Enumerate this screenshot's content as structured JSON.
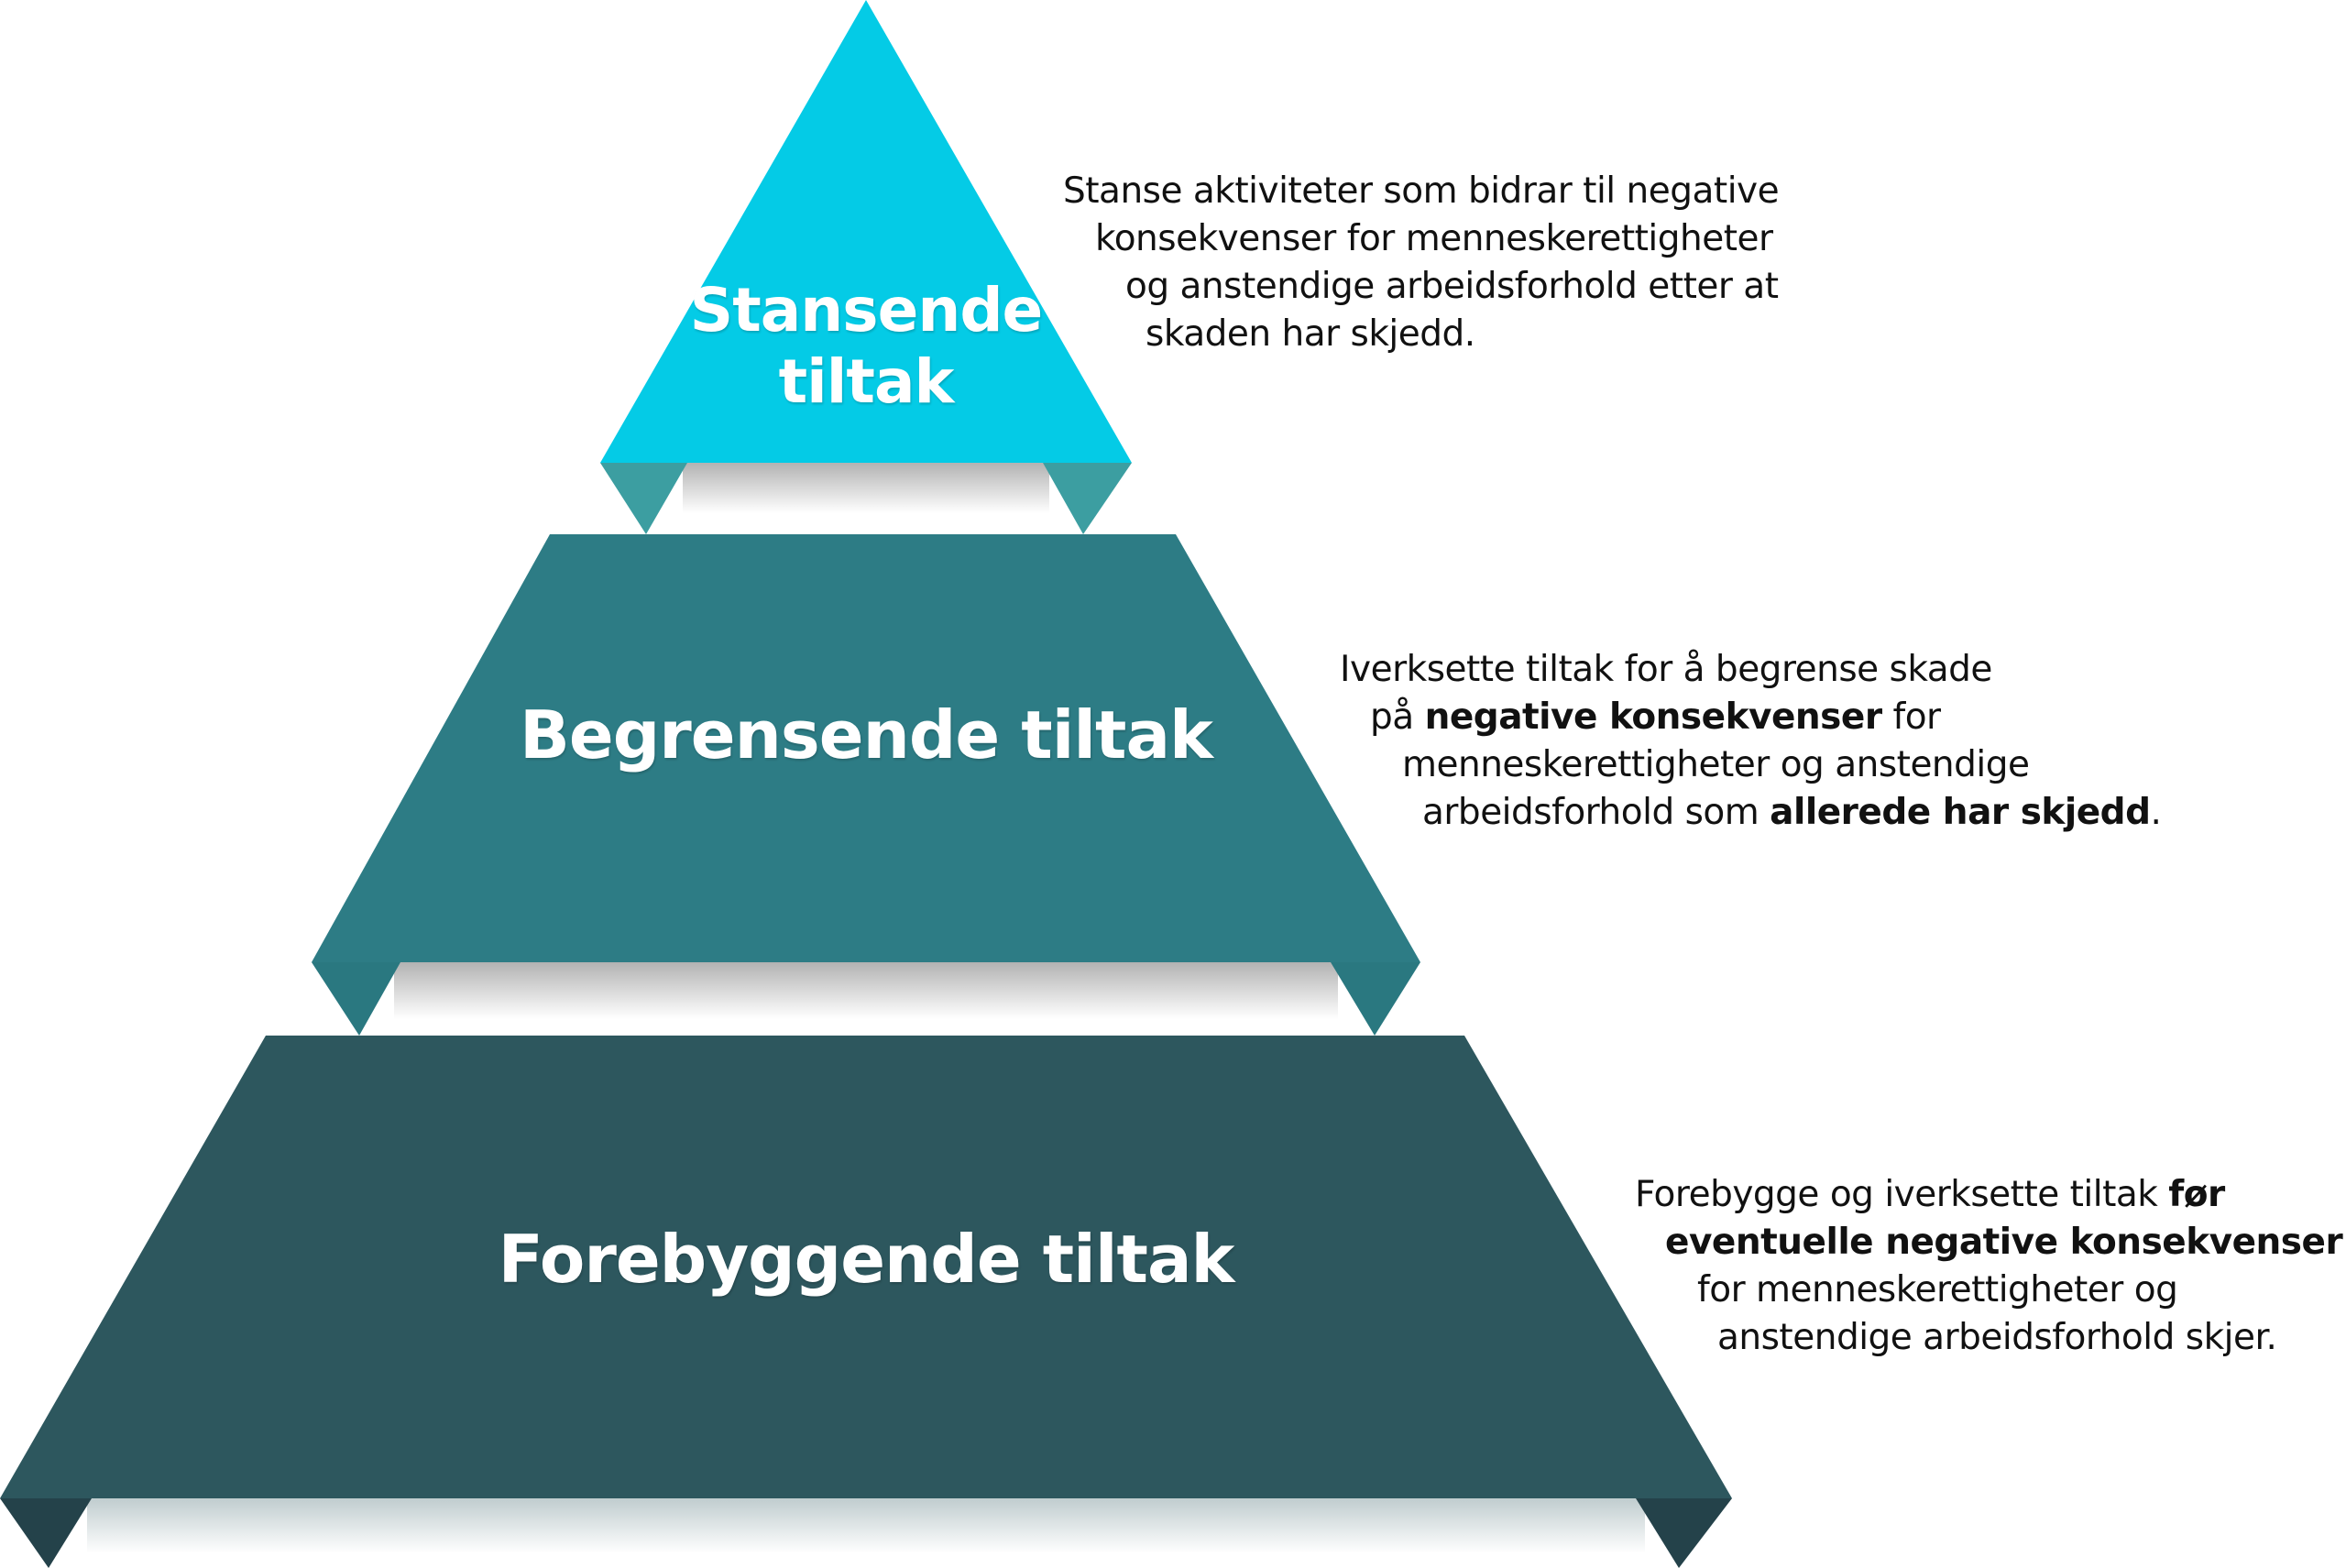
{
  "diagram": {
    "type": "pyramid",
    "colors": {
      "top": "#04cbe6",
      "top_fold": "#3c9ea1",
      "middle": "#2d7c85",
      "middle_fold": "#2a7880",
      "bottom": "#2d575e",
      "bottom_fold": "#24424a",
      "text_dark": "#111111",
      "text_light": "#ffffff"
    },
    "tiers": [
      {
        "id": "top",
        "label_line1": "Stansende",
        "label_line2": "tiltak",
        "description": [
          [
            {
              "text": "Stanse aktiviteter som bidrar til negative",
              "bold": false
            }
          ],
          [
            {
              "text": "konsekvenser for menneskerettigheter",
              "bold": false
            }
          ],
          [
            {
              "text": "og anstendige arbeidsforhold etter at",
              "bold": false
            }
          ],
          [
            {
              "text": "skaden har skjedd.",
              "bold": false
            }
          ]
        ]
      },
      {
        "id": "middle",
        "label": "Begrensende tiltak",
        "description": [
          [
            {
              "text": "Iverksette tiltak for å begrense skade",
              "bold": false
            }
          ],
          [
            {
              "text": "på ",
              "bold": false
            },
            {
              "text": "negative konsekvenser",
              "bold": true
            },
            {
              "text": " for",
              "bold": false
            }
          ],
          [
            {
              "text": "menneskerettigheter og anstendige",
              "bold": false
            }
          ],
          [
            {
              "text": "arbeidsforhold som ",
              "bold": false
            },
            {
              "text": "allerede har skjedd",
              "bold": true
            },
            {
              "text": ".",
              "bold": false
            }
          ]
        ]
      },
      {
        "id": "bottom",
        "label": "Forebyggende tiltak",
        "description": [
          [
            {
              "text": "Forebygge og iverksette tiltak ",
              "bold": false
            },
            {
              "text": "før",
              "bold": true
            }
          ],
          [
            {
              "text": "eventuelle negative konsekvenser",
              "bold": true
            }
          ],
          [
            {
              "text": "for menneskerettigheter og",
              "bold": false
            }
          ],
          [
            {
              "text": "anstendige arbeidsforhold skjer.",
              "bold": false
            }
          ]
        ]
      }
    ]
  },
  "text": {
    "top": {
      "label_line1": "Stansende",
      "label_line2": "tiltak",
      "lines": [
        "Stanse aktiviteter som bidrar til negative",
        "konsekvenser for menneskerettigheter",
        "og anstendige arbeidsforhold etter at",
        "skaden har skjedd."
      ]
    },
    "middle": {
      "label": "Begrensende tiltak",
      "l1": "Iverksette tiltak for å begrense skade",
      "l2a": "på ",
      "l2b": "negative konsekvenser",
      "l2c": " for",
      "l3": "menneskerettigheter og anstendige",
      "l4a": "arbeidsforhold som ",
      "l4b": "allerede har skjedd",
      "l4c": "."
    },
    "bottom": {
      "label": "Forebyggende tiltak",
      "l1a": "Forebygge og iverksette tiltak ",
      "l1b": "før",
      "l2": "eventuelle negative konsekvenser",
      "l3": "for menneskerettigheter og",
      "l4": "anstendige arbeidsforhold skjer."
    }
  }
}
